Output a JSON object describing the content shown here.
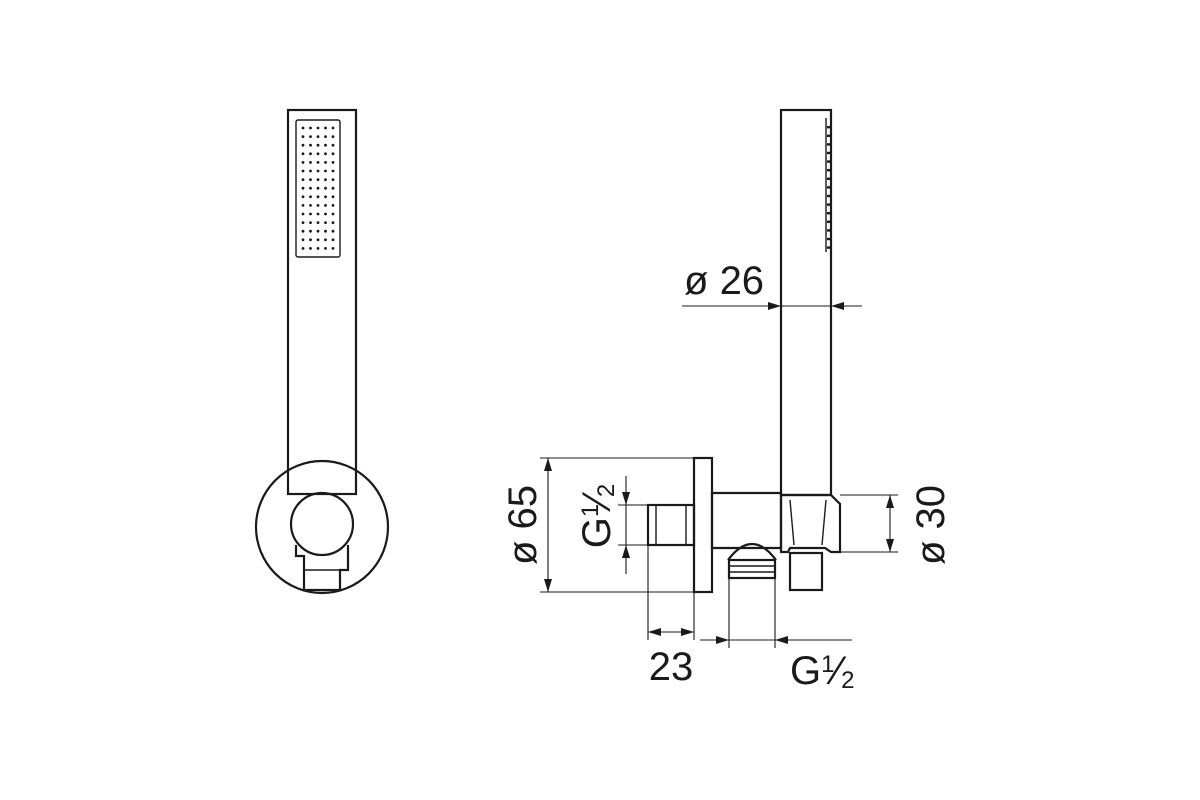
{
  "drawing": {
    "dimensions": {
      "handshower_diameter": {
        "prefix": "ø",
        "value": "26"
      },
      "flange_diameter": {
        "prefix": "ø",
        "value": "65"
      },
      "holder_diameter": {
        "prefix": "ø",
        "value": "30"
      },
      "inlet_thread": {
        "letter": "G",
        "numerator": "1",
        "slash": "⁄",
        "denominator": "2"
      },
      "projection": {
        "value": "23"
      },
      "outlet_thread": {
        "letter": "G",
        "numerator": "1",
        "slash": "⁄",
        "denominator": "2"
      }
    }
  }
}
